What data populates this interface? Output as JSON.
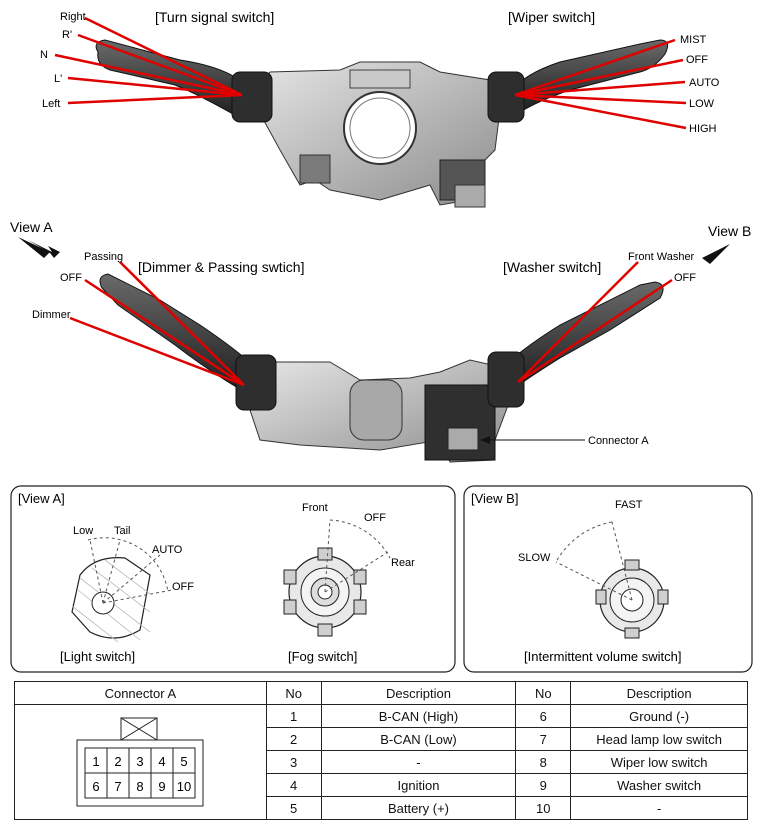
{
  "top": {
    "turn_signal_title": "[Turn signal switch]",
    "wiper_title": "[Wiper switch]",
    "turn_labels": [
      "Right",
      "R'",
      "N",
      "L'",
      "Left"
    ],
    "wiper_labels": [
      "MIST",
      "OFF",
      "AUTO",
      "LOW",
      "HIGH"
    ]
  },
  "middle": {
    "view_a": "View A",
    "view_b": "View B",
    "dimmer_title": "[Dimmer & Passing swtich]",
    "washer_title": "[Washer switch]",
    "passing": "Passing",
    "off_left": "OFF",
    "dimmer": "Dimmer",
    "front_washer": "Front Washer",
    "off_right": "OFF",
    "connector_a": "Connector A"
  },
  "view_a_panel": {
    "title": "[View A]",
    "light_labels": {
      "low": "Low",
      "tail": "Tail",
      "auto": "AUTO",
      "off": "OFF"
    },
    "fog_labels": {
      "front": "Front",
      "off": "OFF",
      "rear": "Rear"
    },
    "light_caption": "[Light switch]",
    "fog_caption": "[Fog switch]"
  },
  "view_b_panel": {
    "title": "[View B]",
    "fast": "FAST",
    "slow": "SLOW",
    "caption": "[Intermittent volume switch]"
  },
  "connector_table": {
    "headers": [
      "Connector A",
      "No",
      "Description",
      "No",
      "Description"
    ],
    "pins_top": [
      "1",
      "2",
      "3",
      "4",
      "5"
    ],
    "pins_bottom": [
      "6",
      "7",
      "8",
      "9",
      "10"
    ],
    "rows": [
      {
        "no1": "1",
        "desc1": "B-CAN (High)",
        "no2": "6",
        "desc2": "Ground (-)"
      },
      {
        "no1": "2",
        "desc1": "B-CAN (Low)",
        "no2": "7",
        "desc2": "Head lamp low switch"
      },
      {
        "no1": "3",
        "desc1": "-",
        "no2": "8",
        "desc2": "Wiper low  switch"
      },
      {
        "no1": "4",
        "desc1": "Ignition",
        "no2": "9",
        "desc2": "Washer switch"
      },
      {
        "no1": "5",
        "desc1": "Battery (+)",
        "no2": "10",
        "desc2": "-"
      }
    ]
  },
  "colors": {
    "leader_red": "#e00000",
    "body_dark": "#3a3a3a",
    "body_light": "#9a9a9a"
  }
}
